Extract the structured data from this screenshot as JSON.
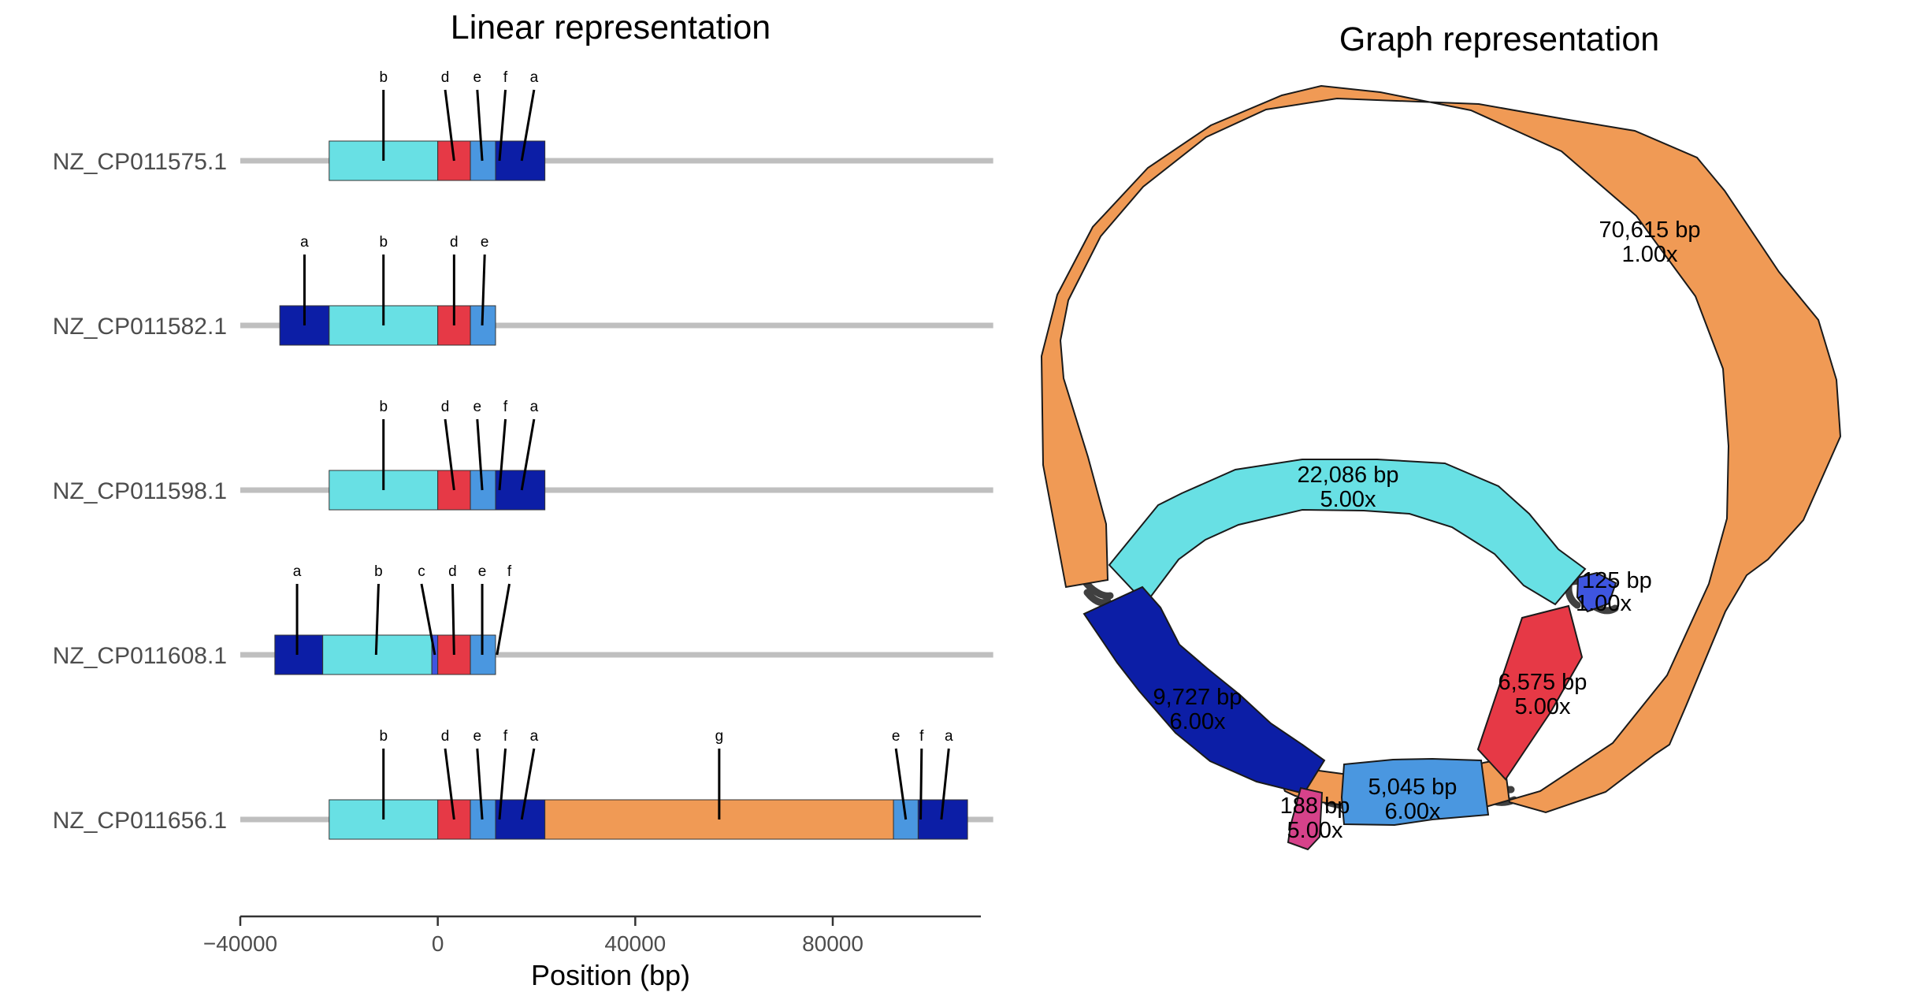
{
  "chart_data": [
    {
      "type": "linear-genome-tracks",
      "title": "Linear representation",
      "xlabel": "Position (bp)",
      "ylabel": "",
      "xlim": [
        -40000,
        110000
      ],
      "x_ticks": [
        -40000,
        0,
        40000,
        80000
      ],
      "x_tick_labels": [
        "−40000",
        "0",
        "40000",
        "80000"
      ],
      "grid": false,
      "track_line_color": "#bfbfbf",
      "tracks": [
        {
          "name": "NZ_CP011575.1",
          "line_end": 115000,
          "blocks": [
            {
              "start": -22000,
              "end": 0,
              "color": "#68e0e4"
            },
            {
              "start": 0,
              "end": 6600,
              "color": "#e63946"
            },
            {
              "start": 6600,
              "end": 11700,
              "color": "#4a97e0"
            },
            {
              "start": 11700,
              "end": 21700,
              "color": "#0c1ea6"
            }
          ],
          "genes": [
            {
              "label": "b",
              "pos": -11000,
              "label_pos": -11000
            },
            {
              "label": "d",
              "pos": 3300,
              "label_pos": 1500
            },
            {
              "label": "e",
              "pos": 9000,
              "label_pos": 8000
            },
            {
              "label": "f",
              "pos": 12500,
              "label_pos": 13700
            },
            {
              "label": "a",
              "pos": 17000,
              "label_pos": 19500
            }
          ]
        },
        {
          "name": "NZ_CP011582.1",
          "line_end": 115000,
          "blocks": [
            {
              "start": -32000,
              "end": -22000,
              "color": "#0c1ea6"
            },
            {
              "start": -22000,
              "end": 0,
              "color": "#68e0e4"
            },
            {
              "start": 0,
              "end": 6600,
              "color": "#e63946"
            },
            {
              "start": 6600,
              "end": 11700,
              "color": "#4a97e0"
            }
          ],
          "genes": [
            {
              "label": "a",
              "pos": -27000,
              "label_pos": -27000
            },
            {
              "label": "b",
              "pos": -11000,
              "label_pos": -11000
            },
            {
              "label": "d",
              "pos": 3300,
              "label_pos": 3300
            },
            {
              "label": "e",
              "pos": 9000,
              "label_pos": 9500
            }
          ]
        },
        {
          "name": "NZ_CP011598.1",
          "line_end": 115000,
          "blocks": [
            {
              "start": -22000,
              "end": 0,
              "color": "#68e0e4"
            },
            {
              "start": 0,
              "end": 6600,
              "color": "#e63946"
            },
            {
              "start": 6600,
              "end": 11700,
              "color": "#4a97e0"
            },
            {
              "start": 11700,
              "end": 21700,
              "color": "#0c1ea6"
            }
          ],
          "genes": [
            {
              "label": "b",
              "pos": -11000,
              "label_pos": -11000
            },
            {
              "label": "d",
              "pos": 3300,
              "label_pos": 1500
            },
            {
              "label": "e",
              "pos": 9000,
              "label_pos": 8000
            },
            {
              "label": "f",
              "pos": 12500,
              "label_pos": 13700
            },
            {
              "label": "a",
              "pos": 17000,
              "label_pos": 19500
            }
          ]
        },
        {
          "name": "NZ_CP011608.1",
          "line_end": 115000,
          "blocks": [
            {
              "start": -33000,
              "end": -23300,
              "color": "#0c1ea6"
            },
            {
              "start": -23300,
              "end": -1200,
              "color": "#68e0e4"
            },
            {
              "start": -1200,
              "end": 0,
              "color": "#3e55e0"
            },
            {
              "start": 0,
              "end": 6600,
              "color": "#e63946"
            },
            {
              "start": 6600,
              "end": 11700,
              "color": "#4a97e0"
            }
          ],
          "genes": [
            {
              "label": "a",
              "pos": -28500,
              "label_pos": -28500
            },
            {
              "label": "b",
              "pos": -12500,
              "label_pos": -12000
            },
            {
              "label": "c",
              "pos": -600,
              "label_pos": -3300
            },
            {
              "label": "d",
              "pos": 3300,
              "label_pos": 3000
            },
            {
              "label": "e",
              "pos": 9000,
              "label_pos": 9000
            },
            {
              "label": "f",
              "pos": 12000,
              "label_pos": 14500
            }
          ]
        },
        {
          "name": "NZ_CP011656.1",
          "line_end": 115000,
          "blocks": [
            {
              "start": -22000,
              "end": 0,
              "color": "#68e0e4"
            },
            {
              "start": 0,
              "end": 6600,
              "color": "#e63946"
            },
            {
              "start": 6600,
              "end": 11700,
              "color": "#4a97e0"
            },
            {
              "start": 11700,
              "end": 21700,
              "color": "#0c1ea6"
            },
            {
              "start": 21700,
              "end": 92300,
              "color": "#f09a55"
            },
            {
              "start": 92300,
              "end": 97300,
              "color": "#4a97e0"
            },
            {
              "start": 97300,
              "end": 107300,
              "color": "#0c1ea6"
            }
          ],
          "genes": [
            {
              "label": "b",
              "pos": -11000,
              "label_pos": -11000
            },
            {
              "label": "d",
              "pos": 3300,
              "label_pos": 1500
            },
            {
              "label": "e",
              "pos": 9000,
              "label_pos": 8000
            },
            {
              "label": "f",
              "pos": 12500,
              "label_pos": 13700
            },
            {
              "label": "a",
              "pos": 17000,
              "label_pos": 19500
            },
            {
              "label": "g",
              "pos": 57000,
              "label_pos": 57000
            },
            {
              "label": "e",
              "pos": 94800,
              "label_pos": 92800
            },
            {
              "label": "f",
              "pos": 97800,
              "label_pos": 98000
            },
            {
              "label": "a",
              "pos": 102000,
              "label_pos": 103500
            }
          ]
        }
      ]
    },
    {
      "type": "assembly-graph",
      "title": "Graph representation",
      "nodes": [
        {
          "length_label": "70,615 bp",
          "depth_label": "1.00x",
          "color": "#f09a55"
        },
        {
          "length_label": "22,086 bp",
          "depth_label": "5.00x",
          "color": "#68e0e4"
        },
        {
          "length_label": "9,727 bp",
          "depth_label": "6.00x",
          "color": "#0c1ea6"
        },
        {
          "length_label": "6,575 bp",
          "depth_label": "5.00x",
          "color": "#e63946"
        },
        {
          "length_label": "5,045 bp",
          "depth_label": "6.00x",
          "color": "#4a97e0"
        },
        {
          "length_label": "188 bp",
          "depth_label": "5.00x",
          "color": "#d6428a"
        },
        {
          "length_label": "125 bp",
          "depth_label": "1.00x",
          "color": "#3e55e0"
        }
      ],
      "edge_color": "#404040"
    }
  ]
}
